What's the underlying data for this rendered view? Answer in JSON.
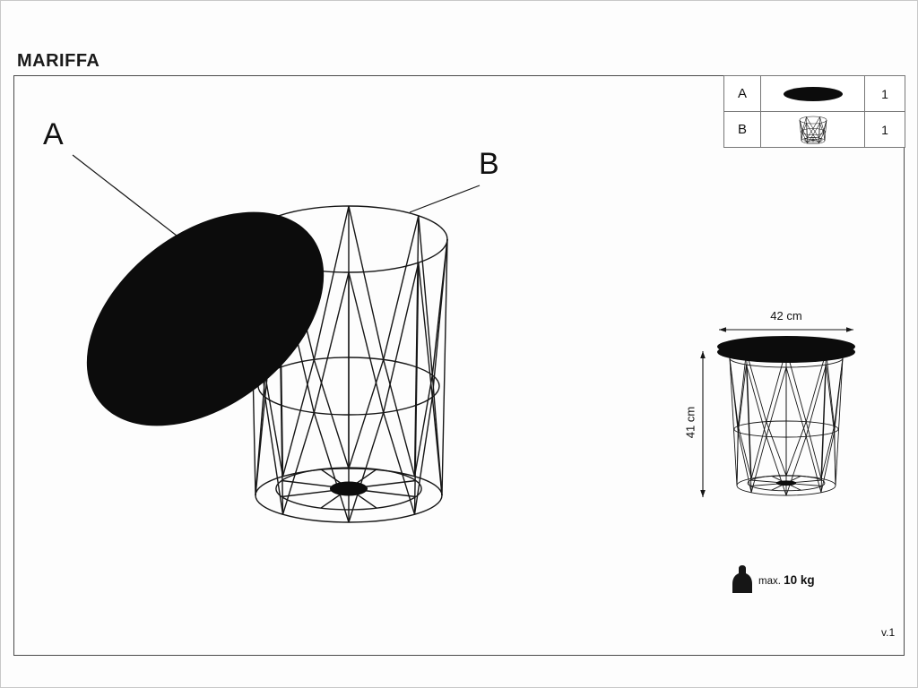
{
  "page": {
    "title": "MARIFFA",
    "version": "v.1"
  },
  "diagram": {
    "label_a": "A",
    "label_b": "B"
  },
  "parts_table": {
    "rows": [
      {
        "letter": "A",
        "icon": "table-top-disc-icon",
        "qty": "1"
      },
      {
        "letter": "B",
        "icon": "wire-basket-icon",
        "qty": "1"
      }
    ]
  },
  "dimensions": {
    "width": "42 cm",
    "height": "41 cm"
  },
  "load": {
    "prefix": "max.",
    "value": "10 kg",
    "icon": "weight-icon"
  },
  "colors": {
    "line": "#161616",
    "fill": "#0c0c0c",
    "background": "#ffffff"
  }
}
